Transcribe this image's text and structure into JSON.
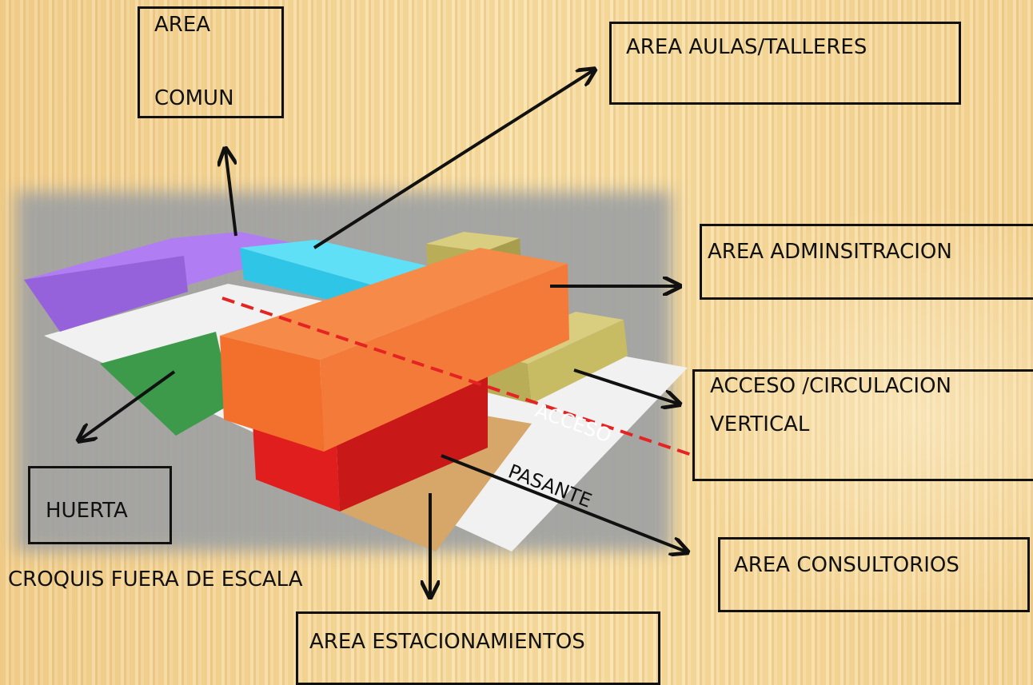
{
  "labels": {
    "area_comun_line1": "AREA",
    "area_comun_line2": "COMUN",
    "aulas": "AREA AULAS/TALLERES",
    "administracion": "AREA ADMINSITRACION",
    "acceso_line1": "ACCESO /CIRCULACION",
    "acceso_line2": "VERTICAL",
    "huerta": "HUERTA",
    "consultorios": "AREA CONSULTORIOS",
    "estacionamientos": "AREA ESTACIONAMIENTOS",
    "croquis": "CROQUIS FUERA DE ESCALA",
    "acceso_pasante_1": "ACCESO",
    "acceso_pasante_2": "PASANTE"
  },
  "colors": {
    "purple": "#a36ee8",
    "cyan": "#41d4f2",
    "orange": "#f47a3a",
    "olive": "#c9be6a",
    "red": "#e82a2a",
    "green": "#3c9a4a",
    "tan": "#d7a76a",
    "dashed_line": "#e52323"
  }
}
